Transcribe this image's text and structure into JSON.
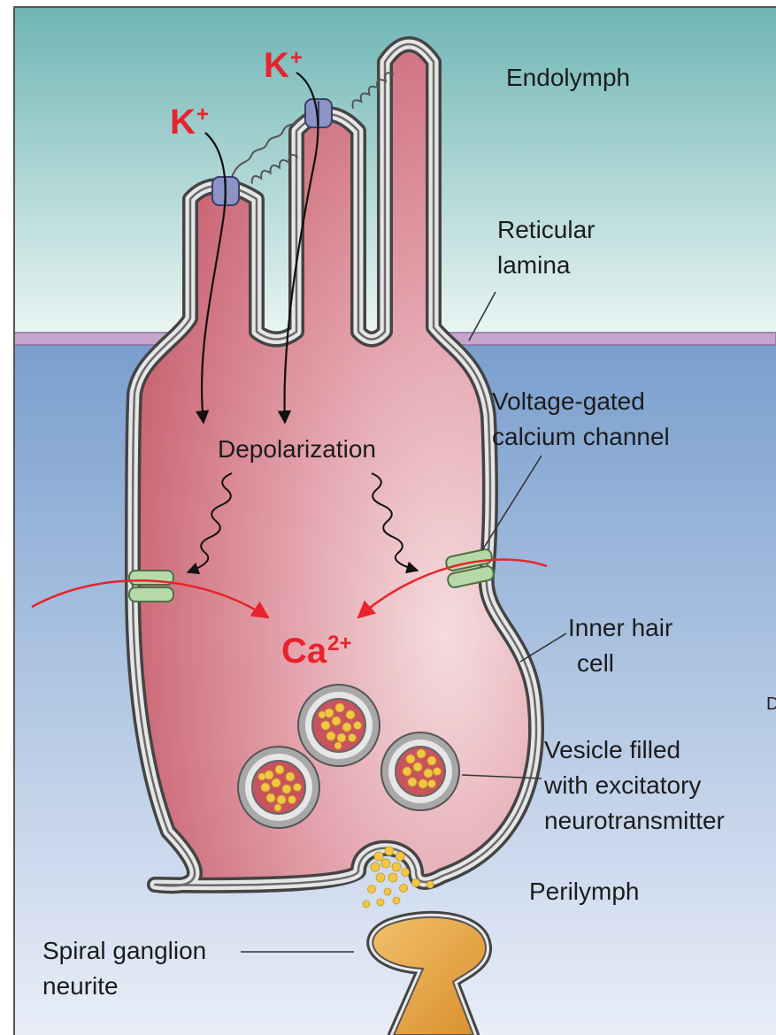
{
  "diagram": {
    "labels": {
      "endolymph": "Endolymph",
      "reticular_lamina": [
        "Reticular",
        "lamina"
      ],
      "voltage_gated_channel": [
        "Voltage-gated",
        "calcium channel"
      ],
      "depolarization": "Depolarization",
      "inner_hair_cell": [
        "Inner hair",
        "cell"
      ],
      "vesicle": [
        "Vesicle filled",
        "with excitatory",
        "neurotransmitter"
      ],
      "perilymph": "Perilymph",
      "spiral_ganglion": [
        "Spiral ganglion",
        "neurite"
      ]
    },
    "ions": {
      "potassium_symbol": "K",
      "potassium_charge": "+",
      "calcium_symbol": "Ca",
      "calcium_charge": "2+"
    },
    "edge_glyph": "D",
    "colors": {
      "endolymph_top": "#6fb5b5",
      "endolymph_bottom": "#e9f5f3",
      "perilymph_top": "#7a9fce",
      "perilymph_bottom": "#e9eef8",
      "lamina": "#c6a6cf",
      "cell_body": "#cf6f7d",
      "cell_highlight": "#f4dcdf",
      "membrane": "#8a8a8a",
      "ion_red": "#e8232b",
      "vesicle_dots": "#f2c744",
      "channel_green": "#b6d9a8",
      "channel_blue": "#8c94c6",
      "neurite": "#e7a94a"
    }
  }
}
